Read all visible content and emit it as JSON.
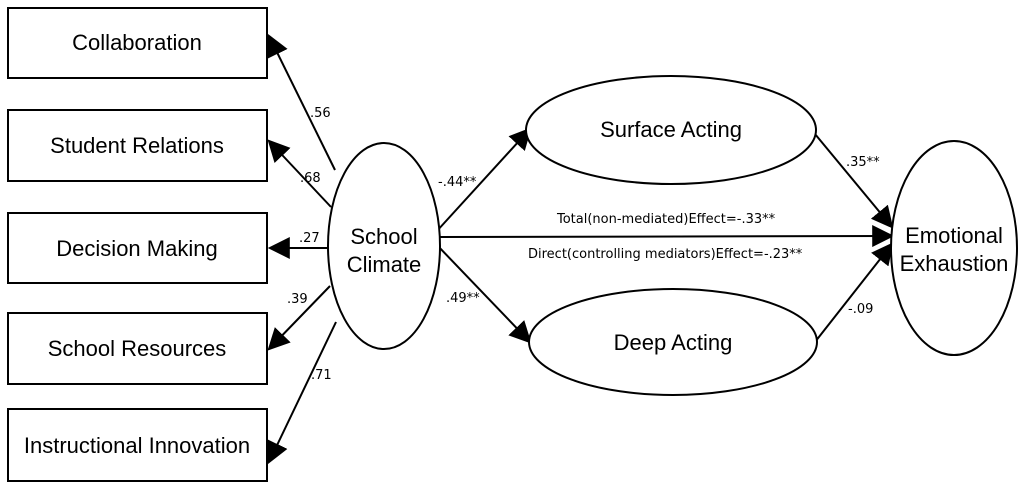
{
  "indicators": {
    "collaboration": "Collaboration",
    "student_relations": "Student Relations",
    "decision_making": "Decision Making",
    "school_resources": "School Resources",
    "instructional_innovation": "Instructional Innovation"
  },
  "latents": {
    "school_climate": [
      "School",
      "Climate"
    ],
    "surface_acting": "Surface Acting",
    "deep_acting": "Deep Acting",
    "emotional_exhaustion": [
      "Emotional",
      "Exhaustion"
    ]
  },
  "loadings": {
    "collaboration": ".56",
    "student_relations": ".68",
    "decision_making": ".27",
    "school_resources": ".39",
    "instructional_innovation": ".71"
  },
  "paths": {
    "climate_to_surface": "-.44**",
    "climate_to_deep": ".49**",
    "surface_to_exhaustion": ".35**",
    "deep_to_exhaustion": "-.09"
  },
  "effects": {
    "total": "Total(non-mediated)Effect=-.33**",
    "direct": "Direct(controlling mediators)Effect=-.23**"
  }
}
